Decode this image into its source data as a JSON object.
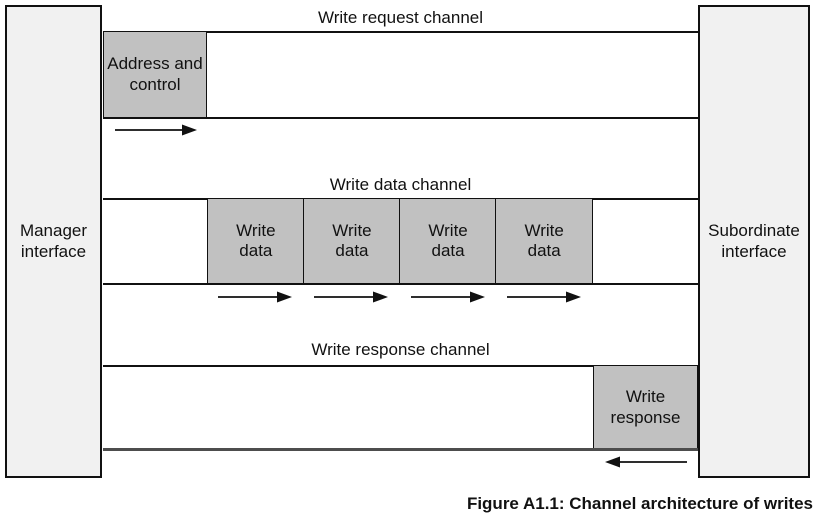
{
  "diagram": {
    "manager": {
      "label": "Manager\ninterface"
    },
    "subordinate": {
      "label": "Subordinate\ninterface"
    },
    "channels": [
      {
        "label": "Write request channel",
        "payload": "Address and\ncontrol",
        "arrow_direction": "right"
      },
      {
        "label": "Write data channel",
        "payloads": [
          "Write\ndata",
          "Write\ndata",
          "Write\ndata",
          "Write\ndata"
        ],
        "arrow_direction": "right"
      },
      {
        "label": "Write response channel",
        "payload": "Write\nresponse",
        "arrow_direction": "left"
      }
    ],
    "icons": {
      "request_arrow": "right-arrow",
      "data_arrows": [
        "right-arrow",
        "right-arrow",
        "right-arrow",
        "right-arrow"
      ],
      "response_arrow": "left-arrow"
    },
    "caption": "Figure A1.1: Channel architecture of writes"
  },
  "colors": {
    "background": "#ffffff",
    "interface_fill": "#f1f1f1",
    "box_fill": "#c1c1c1",
    "border": "#111111",
    "thick_line": "#4d4d4d",
    "text": "#111111"
  }
}
